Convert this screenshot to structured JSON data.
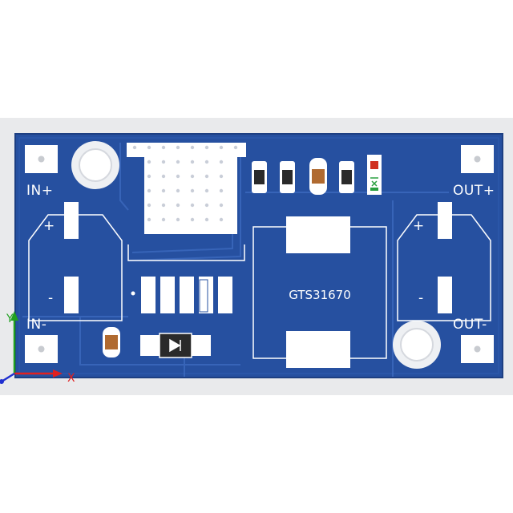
{
  "board": {
    "labels": {
      "in_plus": "IN+",
      "in_minus": "IN-",
      "out_plus": "OUT+",
      "out_minus": "OUT-",
      "chip": "GTS31670",
      "cap_plus": "+",
      "cap_minus": "-"
    },
    "colors": {
      "board": "#2650a0",
      "board_edge": "#1d3f82",
      "trace": "#3d6bc0",
      "silk": "#ffffff",
      "pad": "#ffffff",
      "smd_body": "#b06a30",
      "led_red": "#d03020",
      "led_green": "#2aa040"
    }
  },
  "axis": {
    "x_label": "X",
    "y_label": "Y",
    "colors": {
      "x": "#e02020",
      "y": "#20a020",
      "z": "#2030d0"
    }
  }
}
